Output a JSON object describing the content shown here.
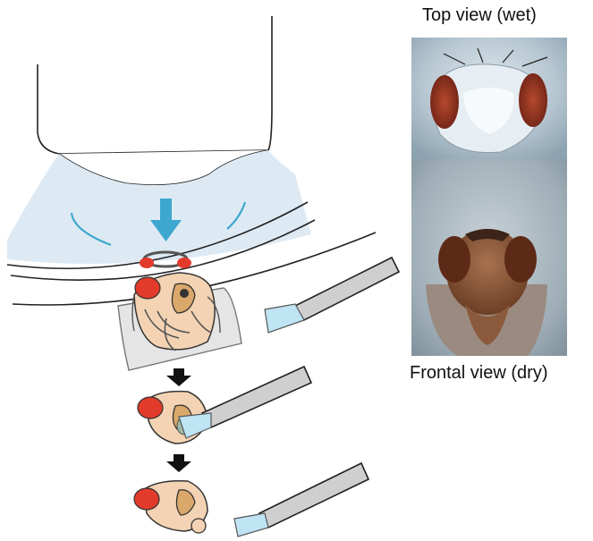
{
  "captions": {
    "top_view": "Top view (wet)",
    "frontal_view": "Frontal view (dry)"
  },
  "colors": {
    "mount_fill": "#ddeaf4",
    "arrow_blue": "#3ea7cf",
    "eye_red": "#e23b2b",
    "head_skin": "#f3d3b3",
    "antenna_tan": "#d9a86a",
    "tool_gray": "#cfcfcf",
    "film_blue": "#bfe4f4",
    "step_arrow": "#111111"
  },
  "photos": {
    "top": {
      "name": "top-view-wet-photo"
    },
    "front": {
      "name": "frontal-view-dry-photo"
    }
  }
}
